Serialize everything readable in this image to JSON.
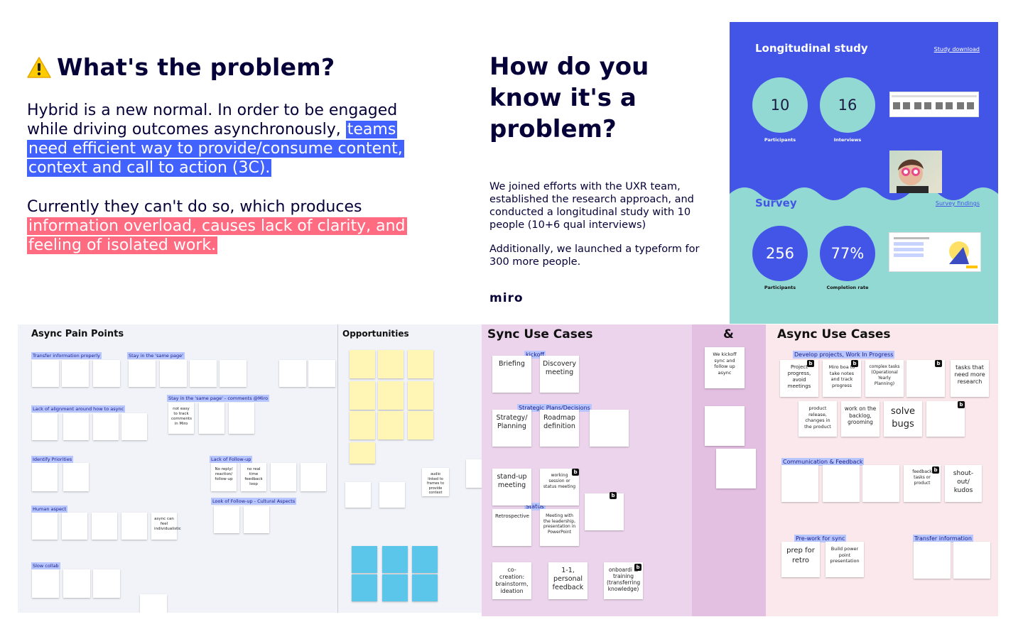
{
  "problem": {
    "title": "What's the problem?",
    "p1_a": "Hybrid is a new normal. In order to be engaged while driving outcomes asynchronously, ",
    "p1_b": "teams need  efficient way to provide/consume content, context and call to action (3C).",
    "p2_a": "Currently they can't do so, which produces ",
    "p2_b": "information overload, causes lack of clarity, and feeling of isolated work."
  },
  "how": {
    "title": "How do you know it's a problem?",
    "p1": "We joined efforts with the UXR team, established the research approach, and conducted a longitudinal study with 10 people (10+6 qual interviews)",
    "p2": "Additionally, we launched a typeform for 300 more people.",
    "logo": "miro"
  },
  "study": {
    "title": "Longitudinal study",
    "link": "Study download",
    "participants_value": "10",
    "participants_label": "Participants",
    "interviews_value": "16",
    "interviews_label": "Interviews",
    "survey_title": "Survey",
    "survey_link": "Survey findings",
    "survey_participants_value": "256",
    "survey_participants_label": "Participants",
    "completion_value": "77%",
    "completion_label": "Completion rate"
  },
  "boards": {
    "pain": {
      "title": "Async Pain Points",
      "groups": [
        "Transfer information properly",
        "Stay in the 'same page'",
        "Stay in the 'same page' - comments @Miro",
        "Lack of alignment around how to async",
        "Identify Priorities",
        "Lack of Follow-up",
        "Look of Follow-up - Cultural Aspects",
        "Human aspect",
        "Slow collab"
      ],
      "notes": [
        "not easy to track comments in Miro",
        "No reply/ reaction/ follow-up",
        "no real time feedback loop",
        "async can feel individualistic"
      ]
    },
    "opps": {
      "title": "Opportunities",
      "notes": [
        "audio linked to frames to provide context"
      ]
    },
    "sync": {
      "title": "Sync Use Cases",
      "groups": [
        "kickoff",
        "Strategic Plans/Decisions",
        "Status"
      ],
      "notes": [
        "Briefing",
        "Discovery meeting",
        "Strategy/ Planning",
        "Roadmap definition",
        "stand-up meeting",
        "working session or status meeting",
        "Retrospective",
        "co-creation: brainstorm, ideation",
        "1-1, personal feedback",
        "onboardi & training (transferring knowledge)",
        "Meeting with the leadership, presentation in PowerPoint"
      ]
    },
    "amp": {
      "title": "&",
      "notes": [
        "We kickoff sync and follow up async"
      ]
    },
    "async": {
      "title": "Async Use Cases",
      "groups": [
        "Develop projects, Work In Progress",
        "Communication & Feedback",
        "Pre-work for sync",
        "Transfer information"
      ],
      "notes": [
        "Project progress, avoid meetings",
        "Miro boa to take notes and track progress",
        "complex tasks (Operational Yearly Planning)",
        "tasks that need more research",
        "product release, changes in the product",
        "work on the backlog, grooming",
        "solve bugs",
        "shout-out/ kudos",
        "feedback tasks or product",
        "prep for retro",
        "Build power point presentation"
      ]
    }
  }
}
